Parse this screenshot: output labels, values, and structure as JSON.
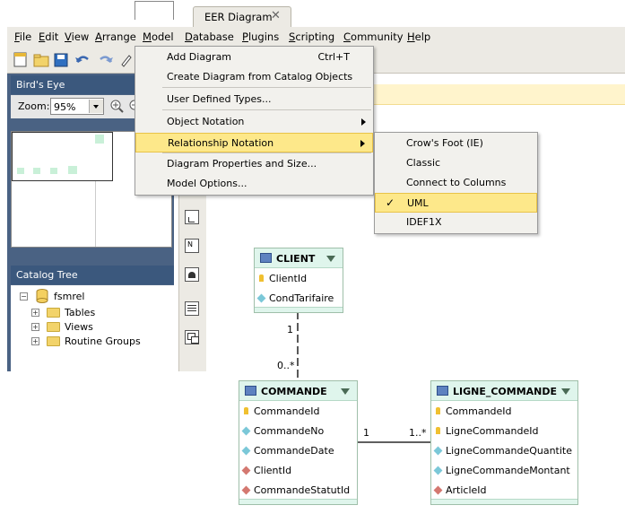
{
  "tab": {
    "title": "EER Diagram",
    "close": "✕"
  },
  "menubar": {
    "items": [
      {
        "label": "File",
        "key": "F",
        "rest": "ile"
      },
      {
        "label": "Edit",
        "key": "E",
        "rest": "dit"
      },
      {
        "label": "View",
        "key": "V",
        "rest": "iew"
      },
      {
        "label": "Arrange",
        "key": "A",
        "rest": "rrange"
      },
      {
        "label": "Model",
        "key": "M",
        "rest": "odel"
      },
      {
        "label": "Database",
        "key": "D",
        "rest": "atabase"
      },
      {
        "label": "Plugins",
        "key": "P",
        "rest": "lugins"
      },
      {
        "label": "Scripting",
        "key": "S",
        "rest": "cripting"
      },
      {
        "label": "Community",
        "key": "C",
        "rest": "ommunity"
      },
      {
        "label": "Help",
        "key": "H",
        "rest": "elp"
      }
    ]
  },
  "model_menu": {
    "items": [
      {
        "label": "Add Diagram",
        "shortcut": "Ctrl+T"
      },
      {
        "label": "Create Diagram from Catalog Objects"
      },
      {
        "label": "User Defined Types..."
      },
      {
        "label": "Object Notation"
      },
      {
        "label": "Relationship Notation"
      },
      {
        "label": "Diagram Properties and Size..."
      },
      {
        "label": "Model Options..."
      }
    ]
  },
  "relationship_submenu": {
    "items": [
      {
        "label": "Crow's Foot (IE)"
      },
      {
        "label": "Classic"
      },
      {
        "label": "Connect to Columns"
      },
      {
        "label": "UML",
        "checked": true
      },
      {
        "label": "IDEF1X"
      }
    ],
    "check_mark": "✓"
  },
  "birds_eye": {
    "title": "Bird's Eye",
    "zoom_label": "Zoom:",
    "zoom_value": "95%"
  },
  "catalog_tree": {
    "title": "Catalog Tree",
    "schema": "fsmrel",
    "children": [
      "Tables",
      "Views",
      "Routine Groups"
    ]
  },
  "entities": {
    "client": {
      "name": "CLIENT",
      "columns": [
        {
          "name": "ClientId",
          "kind": "key"
        },
        {
          "name": "CondTarifaire",
          "kind": "attr"
        }
      ]
    },
    "commande": {
      "name": "COMMANDE",
      "columns": [
        {
          "name": "CommandeId",
          "kind": "key"
        },
        {
          "name": "CommandeNo",
          "kind": "attr"
        },
        {
          "name": "CommandeDate",
          "kind": "attr"
        },
        {
          "name": "ClientId",
          "kind": "fk"
        },
        {
          "name": "CommandeStatutId",
          "kind": "fk"
        }
      ]
    },
    "ligne_commande": {
      "name": "LIGNE_COMMANDE",
      "columns": [
        {
          "name": "CommandeId",
          "kind": "key"
        },
        {
          "name": "LigneCommandeId",
          "kind": "key"
        },
        {
          "name": "LigneCommandeQuantite",
          "kind": "attr"
        },
        {
          "name": "LigneCommandeMontant",
          "kind": "attr"
        },
        {
          "name": "ArticleId",
          "kind": "fk"
        }
      ]
    }
  },
  "relations": {
    "client_commande": {
      "one": "1",
      "many": "0..*"
    },
    "commande_ligne": {
      "one": "1",
      "many": "1..*"
    }
  },
  "colors": {
    "menu_highlight": "#fde88a",
    "panel_header": "#3b587d",
    "entity_header": "#dff5ec"
  }
}
